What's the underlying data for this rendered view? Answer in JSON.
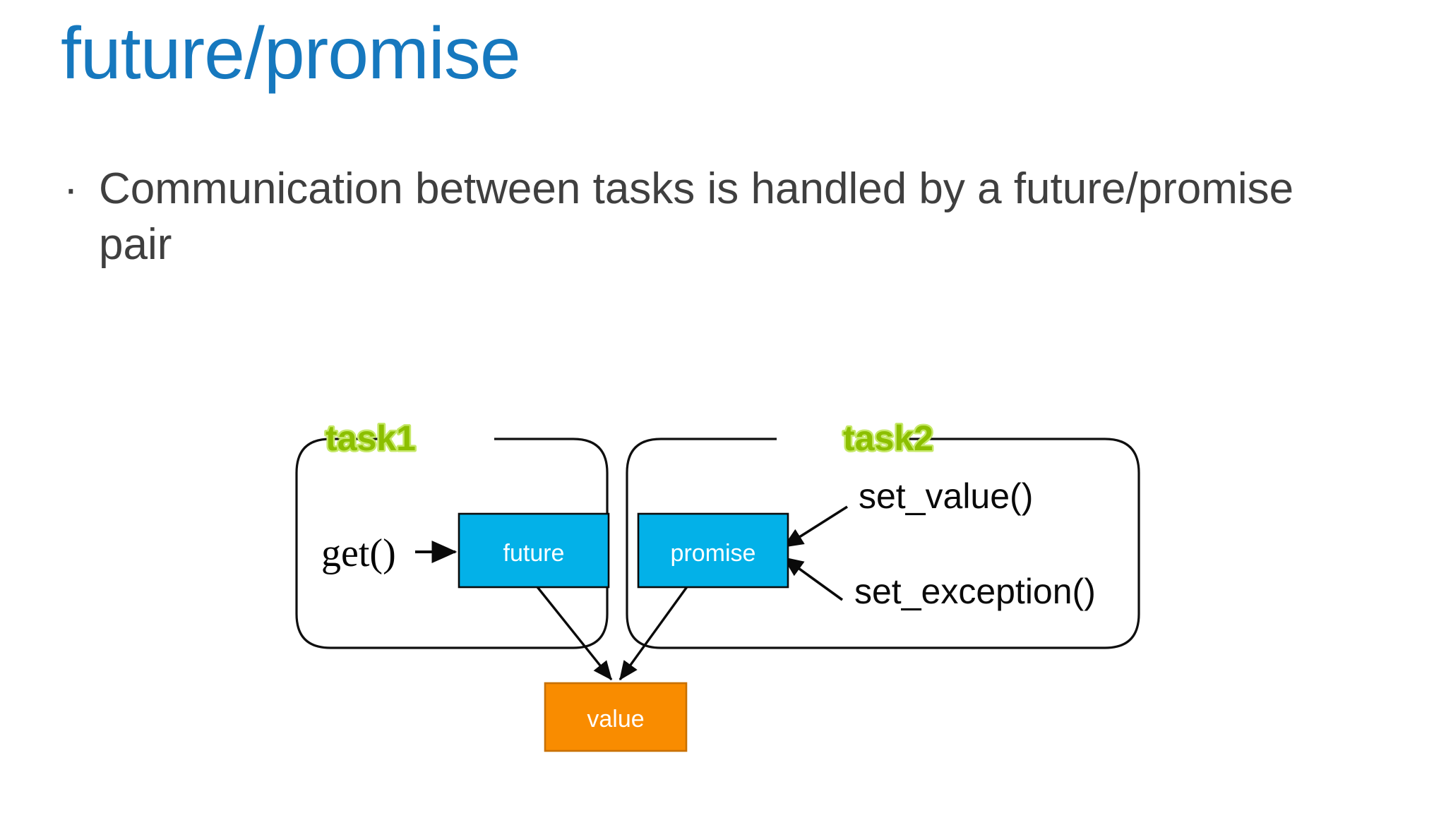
{
  "slide": {
    "title": "future/promise",
    "title_color": "#1678be",
    "background_color": "#ffffff",
    "body_text_color": "#3f3f3f"
  },
  "body": {
    "bullets": [
      {
        "marker": "·",
        "text": "Communication between tasks is handled by a future/promise pair"
      }
    ]
  },
  "diagram": {
    "colors": {
      "task_label_fill": "#8cbf00",
      "task_label_outline": "#c6e86a",
      "box_cyan": "#03b1e8",
      "box_cyan_border": "#0a0a0a",
      "box_orange": "#f98c00",
      "box_orange_border": "#c87000",
      "container_border": "#0f0f0f",
      "arrow": "#0a0a0a",
      "node_text": "#ffffff"
    },
    "groups": [
      {
        "name": "task1",
        "label": "task1"
      },
      {
        "name": "task2",
        "label": "task2"
      }
    ],
    "nodes": [
      {
        "name": "future",
        "label": "future",
        "kind": "cyan"
      },
      {
        "name": "promise",
        "label": "promise",
        "kind": "cyan"
      },
      {
        "name": "value",
        "label": "value",
        "kind": "orange"
      }
    ],
    "calls": [
      {
        "name": "get",
        "label": "get()",
        "target": "future"
      },
      {
        "name": "set_value",
        "label": "set_value()",
        "target": "promise"
      },
      {
        "name": "set_exception",
        "label": "set_exception()",
        "target": "promise"
      }
    ],
    "edges": [
      {
        "from": "get()",
        "to": "future"
      },
      {
        "from": "set_value()",
        "to": "promise"
      },
      {
        "from": "set_exception()",
        "to": "promise"
      },
      {
        "from": "future",
        "to": "value"
      },
      {
        "from": "promise",
        "to": "value"
      }
    ]
  }
}
